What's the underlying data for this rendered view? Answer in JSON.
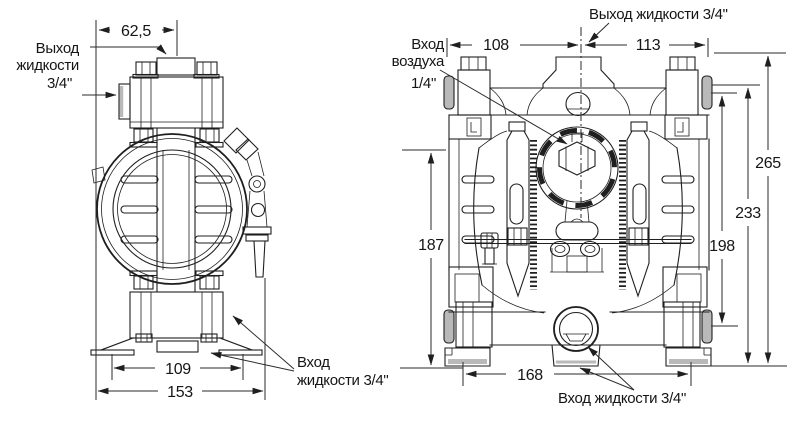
{
  "side_view": {
    "outlet_label": {
      "line1": "Выход",
      "line2": "жидкости",
      "line3": "3/4\""
    },
    "inlet_label": {
      "line1": "Вход",
      "line2": "жидкости 3/4\""
    },
    "dim_top_offset": "62,5",
    "dim_foot_span": "109",
    "dim_base_width": "153"
  },
  "front_view": {
    "air_inlet_label": {
      "line1": "Вход",
      "line2": "воздуха",
      "line3": "1/4\""
    },
    "outlet_label": "Выход жидкости 3/4\"",
    "inlet_label": "Вход жидкости 3/4\"",
    "dim_left_of_center": "108",
    "dim_right_of_center": "113",
    "dim_body_height": "187",
    "dim_inlet_height": "198",
    "dim_port_height": "233",
    "dim_total_height": "265",
    "dim_foot_span": "168"
  },
  "colors": {
    "line": "#1f1f1f",
    "shading": "#b9b9b9",
    "background": "#ffffff"
  }
}
